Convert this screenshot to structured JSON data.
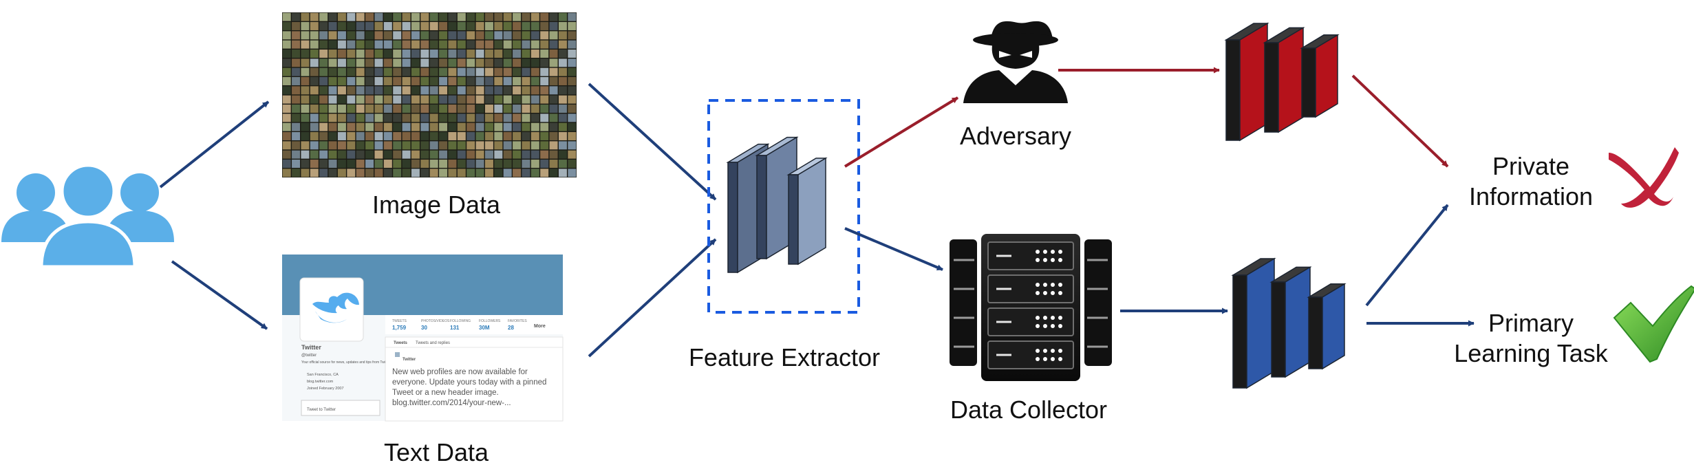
{
  "labels": {
    "image_data": "Image Data",
    "text_data": "Text Data",
    "feature_extractor": "Feature Extractor",
    "adversary": "Adversary",
    "data_collector": "Data Collector",
    "private_information": [
      "Private",
      "Information"
    ],
    "primary_learning_task": [
      "Primary",
      "Learning Task"
    ]
  },
  "twitter_card": {
    "name": "Twitter",
    "handle": "@twitter",
    "bio": "Your official source for news, updates and tips from Twitter, Inc.",
    "location": "San Francisco, CA",
    "url": "blog.twitter.com",
    "joined": "Joined February 2007",
    "tweet_box_placeholder": "Tweet to Twitter",
    "stats": [
      {
        "label": "TWEETS",
        "value": "1,759"
      },
      {
        "label": "PHOTOS/VIDEOS",
        "value": "30"
      },
      {
        "label": "FOLLOWING",
        "value": "131"
      },
      {
        "label": "FOLLOWERS",
        "value": "30M"
      },
      {
        "label": "FAVORITES",
        "value": "28"
      }
    ],
    "more": "More",
    "tabs": [
      "Tweets",
      "Tweets and replies"
    ],
    "tweet_header": "Twitter",
    "tweet_body": [
      "New web profiles are now available for",
      "everyone. Update yours today with a pinned",
      "Tweet or a new header image."
    ],
    "tweet_link": "blog.twitter.com/2014/your-new-..."
  },
  "colors": {
    "flow_arrow": "#1F3F7A",
    "adversary_arrow": "#9A1E2B",
    "users_icon": "#5BAFE8",
    "dashed_box": "#1A5BE0",
    "private_model": "#B5121B",
    "primary_model": "#2E58A8",
    "feature_layer": "#8CA0BE",
    "cross_mark": "#C0223A",
    "check_mark": "#3FA034"
  },
  "icons": [
    "users-icon",
    "adversary-spy-icon",
    "server-icon",
    "cross-icon",
    "check-icon"
  ]
}
